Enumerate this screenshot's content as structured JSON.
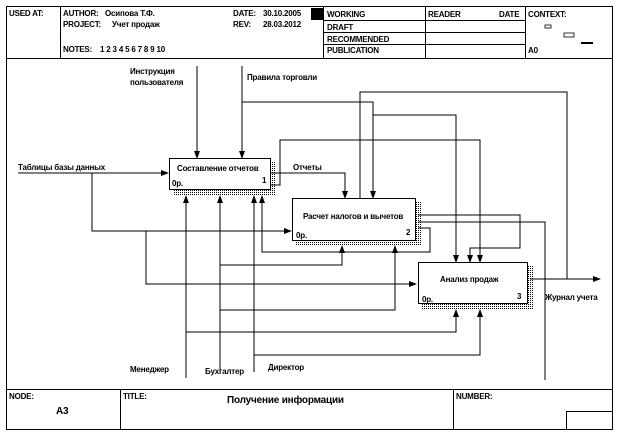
{
  "header": {
    "used_at_label": "USED AT:",
    "author_label": "AUTHOR:",
    "author_value": "Осипова Т.Ф.",
    "project_label": "PROJECT:",
    "project_value": "Учет продаж",
    "date_label": "DATE:",
    "date_value": "30.10.2005",
    "rev_label": "REV:",
    "rev_value": "28.03.2012",
    "notes_label": "NOTES:",
    "notes_value": "1 2 3 4 5 6 7 8 9 10",
    "status": [
      "WORKING",
      "DRAFT",
      "RECOMMENDED",
      "PUBLICATION"
    ],
    "reader_label": "READER",
    "reader_date_label": "DATE",
    "context_label": "CONTEXT:",
    "context_node": "A0"
  },
  "diagram": {
    "activities": [
      {
        "name": "Составление отчетов",
        "cost": "0р.",
        "number": "1"
      },
      {
        "name": "Расчет налогов и вычетов",
        "cost": "0р.",
        "number": "2"
      },
      {
        "name": "Анализ продаж",
        "cost": "0р.",
        "number": "3"
      }
    ],
    "arrows": {
      "control_1": "Инструкция пользователя",
      "control_1_line1": "Инструкция",
      "control_1_line2": "пользователя",
      "control_2": "Правила торговли",
      "input_1": "Таблицы базы данных",
      "internal_1": "Отчеты",
      "output_1": "Журнал учета",
      "mechanism_1": "Менеджер",
      "mechanism_2": "Бухгалтер",
      "mechanism_3": "Директор"
    }
  },
  "footer": {
    "node_label": "NODE:",
    "node_value": "A3",
    "title_label": "TITLE:",
    "title_value": "Получение информации",
    "number_label": "NUMBER:"
  }
}
